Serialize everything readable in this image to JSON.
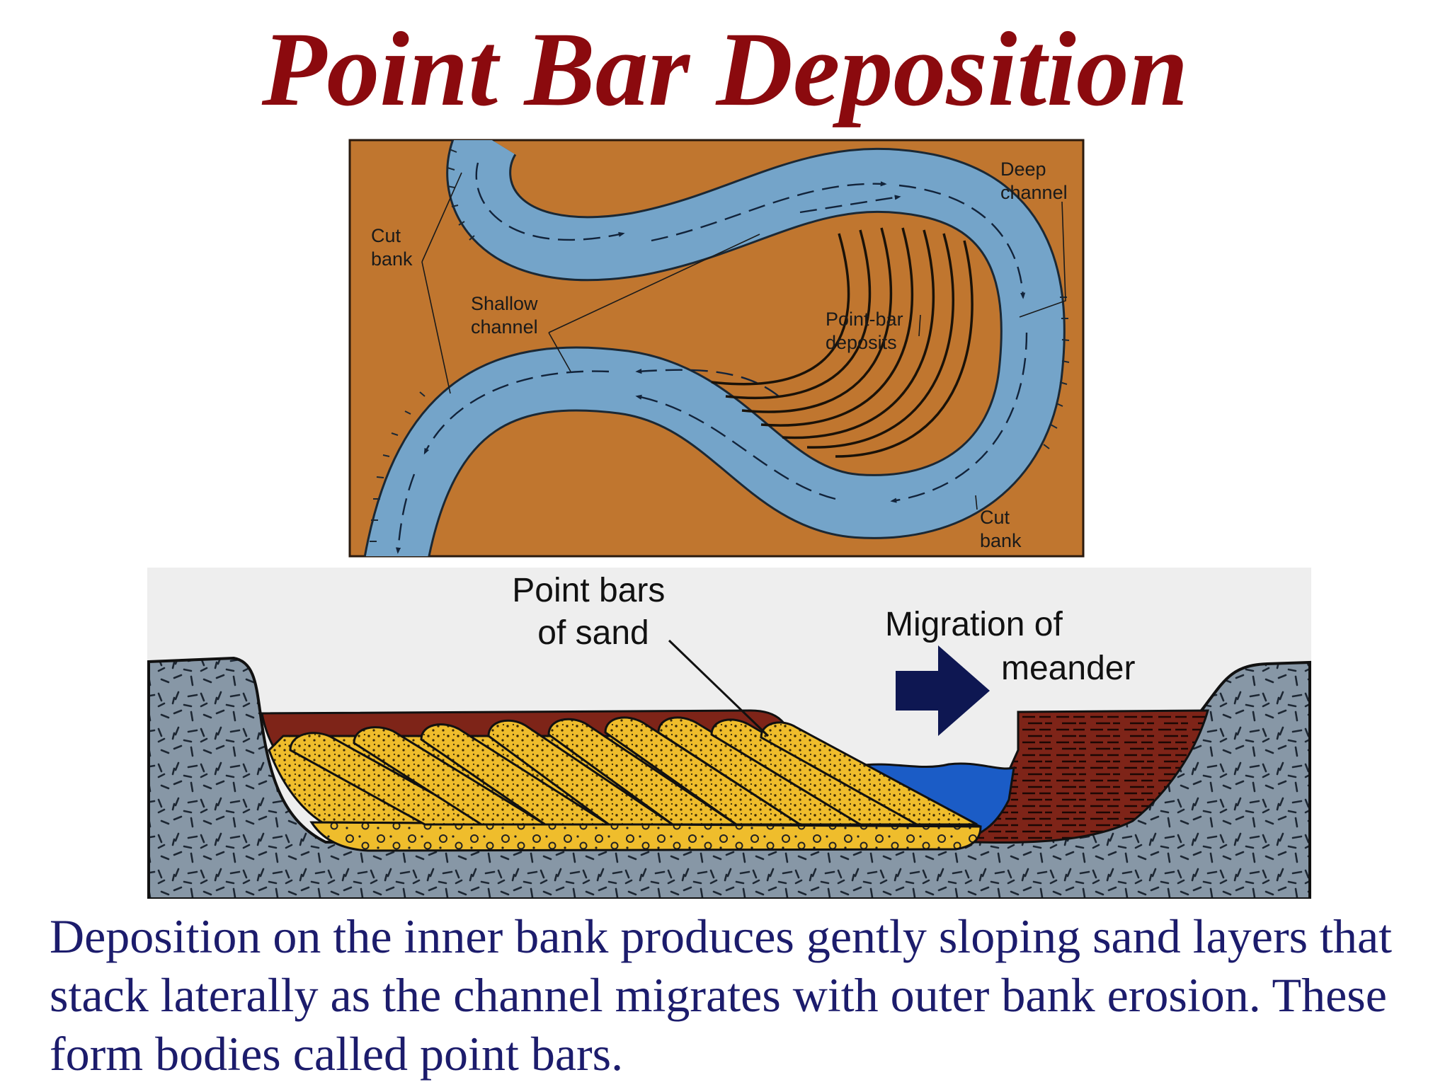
{
  "title": "Point Bar Deposition",
  "map": {
    "labels": {
      "cut_bank_left": [
        "Cut",
        "bank"
      ],
      "shallow_channel": [
        "Shallow",
        "channel"
      ],
      "point_bar_deposits": [
        "Point-bar",
        "deposits"
      ],
      "deep_channel": [
        "Deep",
        "channel"
      ],
      "cut_bank_right": [
        "Cut",
        "bank"
      ]
    }
  },
  "cross_section": {
    "labels": {
      "point_bars": [
        "Point bars",
        "of sand"
      ],
      "migration": [
        "Migration of",
        "meander"
      ]
    }
  },
  "colors": {
    "title": "#8b0a0e",
    "floodplain": "#c0762f",
    "river": "#74a4c9",
    "bedrock": "#8797a6",
    "mud": "#7e2418",
    "sand": "#efbd2c",
    "water": "#1b5cc6",
    "arrow": "#0e1752",
    "caption": "#1c1c6c"
  },
  "caption": "Deposition on the inner bank produces gently sloping sand layers that stack laterally as the channel migrates with outer bank erosion.  These form bodies called point bars."
}
